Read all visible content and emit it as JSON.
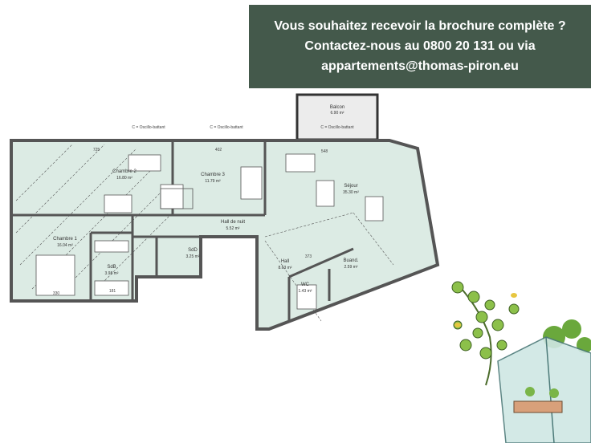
{
  "banner": {
    "line1": "Vous souhaitez recevoir la brochure complète ?",
    "line2": "Contactez-nous au 0800 20 131 ou via",
    "line3": "appartements@thomas-piron.eu",
    "background": "#44594b"
  },
  "rooms": [
    {
      "name": "Chambre 2",
      "area": "16.80 m²"
    },
    {
      "name": "Chambre 3",
      "area": "11.79 m²"
    },
    {
      "name": "Séjour",
      "area": "35.30 m²"
    },
    {
      "name": "Hall de nuit",
      "area": "5.52 m²"
    },
    {
      "name": "Chambre 1",
      "area": "16.04 m²"
    },
    {
      "name": "SdB",
      "area": "3.98 m²"
    },
    {
      "name": "SdD",
      "area": "3.25 m²"
    },
    {
      "name": "Hall",
      "area": "8.63 m²"
    },
    {
      "name": "WC",
      "area": "1.43 m²"
    },
    {
      "name": "Buand.",
      "area": "2.59 m²"
    },
    {
      "name": "Balcon",
      "area": "6.90 m²"
    }
  ],
  "dimensions": {
    "d1": "725",
    "d2": "402",
    "d3": "548",
    "d4": "330",
    "d5": "181",
    "d6": "373"
  },
  "windows": {
    "w1": "C = Oscillo-battant",
    "w2": "C = Oscillo-battant",
    "w3": "C = Oscillo-battant"
  }
}
